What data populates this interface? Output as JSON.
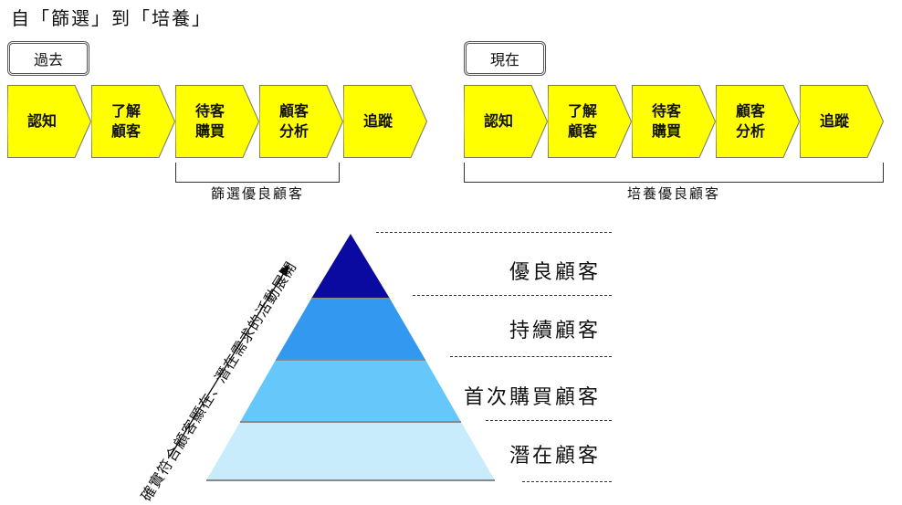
{
  "title": "自「篩選」到「培養」",
  "past": {
    "label": "過去",
    "steps": [
      "認知",
      "了解\n顧客",
      "待客\n購買",
      "顧客\n分析",
      "追蹤"
    ],
    "bracket_label": "篩選優良顧客"
  },
  "present": {
    "label": "現在",
    "steps": [
      "認知",
      "了解\n顧客",
      "待客\n購買",
      "顧客\n分析",
      "追蹤"
    ],
    "bracket_label": "培養優良顧客"
  },
  "pyramid": {
    "tiers": [
      "優良顧客",
      "持續顧客",
      "首次購買顧客",
      "潛在顧客"
    ],
    "colors": [
      "#0a0aa0",
      "#3399f0",
      "#66c8fa",
      "#c8ecfc"
    ],
    "side_label": "確實符合顧客顯在、潛在需求的活動展開"
  }
}
